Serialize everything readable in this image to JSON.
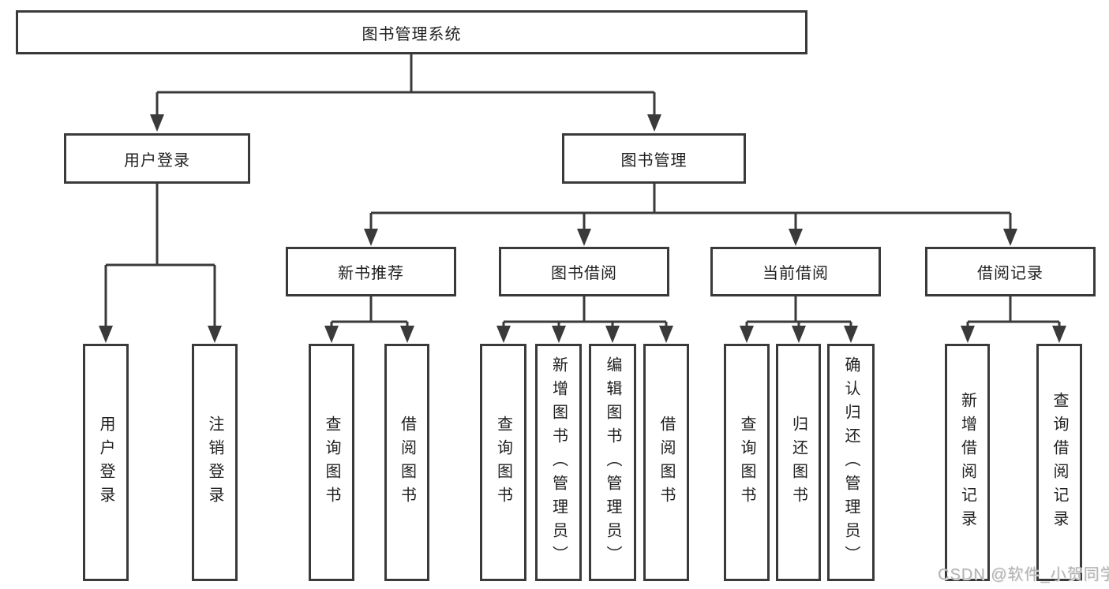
{
  "colors": {
    "line": "#3a3a3a",
    "text": "#1f1f1f",
    "background": "#ffffff",
    "watermark": "#b3b3b3"
  },
  "diagram": {
    "root": "图书管理系统",
    "level2": {
      "user_login": "用户登录",
      "book_management": "图书管理"
    },
    "level3": {
      "new_book_recommend": "新书推荐",
      "book_borrow": "图书借阅",
      "current_borrow": "当前借阅",
      "borrow_records": "借阅记录"
    },
    "leaves": {
      "user_login": [
        "用户登录",
        "注销登录"
      ],
      "new_book_recommend": [
        "查询图书",
        "借阅图书"
      ],
      "book_borrow": [
        "查询图书",
        "新增图书（管理员）",
        "编辑图书（管理员）",
        "借阅图书"
      ],
      "current_borrow": [
        "查询图书",
        "归还图书",
        "确认归还（管理员）"
      ],
      "borrow_records": [
        "新增借阅记录",
        "查询借阅记录"
      ]
    }
  },
  "watermark": "CSDN @软件_小贺同学"
}
